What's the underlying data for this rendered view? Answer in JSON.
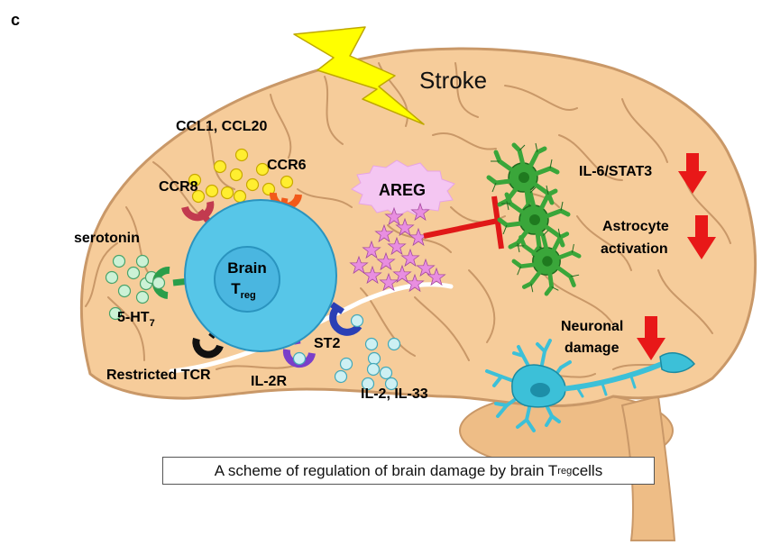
{
  "panel_label": "c",
  "labels": {
    "stroke": "Stroke",
    "chemokines": "CCL1, CCL20",
    "ccr8": "CCR8",
    "ccr6": "CCR6",
    "areg": "AREG",
    "serotonin": "serotonin",
    "ht7_base": "5-HT",
    "ht7_sub": "7",
    "cell_line1": "Brain",
    "cell_line2_base": "T",
    "cell_line2_sub": "reg",
    "st2": "ST2",
    "il2r": "IL-2R",
    "tcr": "Restricted TCR",
    "cytokines": "IL-2, IL-33",
    "il6": "IL-6/STAT3",
    "astro_line1": "Astrocyte",
    "astro_line2": "activation",
    "neuro_line1": "Neuronal",
    "neuro_line2": "damage"
  },
  "caption": {
    "before": "A scheme of regulation of brain damage by brain T",
    "sub": "reg",
    "after": " cells"
  },
  "colors": {
    "brain_fill": "#f6cc9a",
    "brain_line": "#c99868",
    "cerebellum": "#eebd86",
    "treg_outer": "#57c6e8",
    "treg_inner": "#4ab6e0",
    "lightning": "#ffff00",
    "areg_burst": "#f4c6f2",
    "stars": "#e88ee0",
    "astrocyte": "#3aa63a",
    "neuron": "#3cc0d8",
    "arrow": "#e81818",
    "inhibit": "#e01818",
    "yellow_ligand": "#ffee30",
    "green_ligand": "#ccf2d6",
    "blue_ligand": "#cdf0f3"
  }
}
